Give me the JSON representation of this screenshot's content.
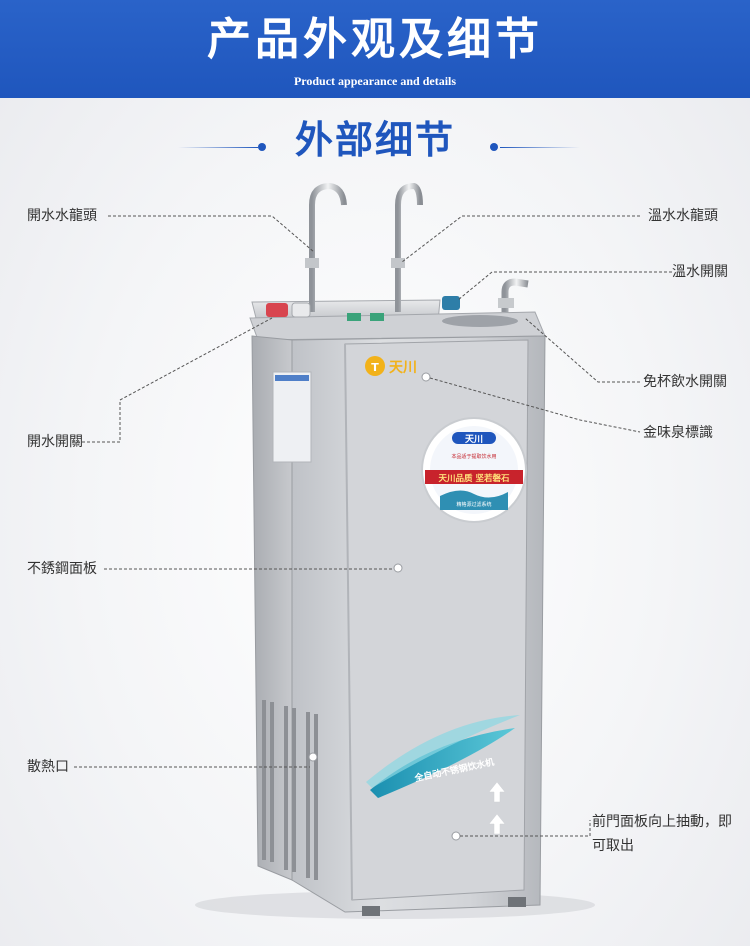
{
  "banner": {
    "title": "产品外观及细节",
    "subtitle": "Product appearance and details"
  },
  "section": {
    "title": "外部细节"
  },
  "product": {
    "brand": "天川",
    "sticker_line1": "本品适于提取饮水用",
    "sticker_band": "天川品质 坚若磐石",
    "sticker_bottom": "精格源过滤系统",
    "wave_text": "全自动不锈钢饮水机"
  },
  "labels": {
    "boiling_faucet": "開水水龍頭",
    "warm_faucet": "溫水水龍頭",
    "warm_switch": "溫水開關",
    "cupless_switch": "免杯飲水開關",
    "boiling_switch": "開水開關",
    "brand_sign": "金味泉標識",
    "steel_panel": "不銹鋼面板",
    "vent": "散熱口",
    "front_panel": "前門面板向上抽動，即可取出"
  },
  "colors": {
    "banner_blue": "#1f56bd",
    "steel": "#c9cbcf",
    "line": "#555555"
  }
}
